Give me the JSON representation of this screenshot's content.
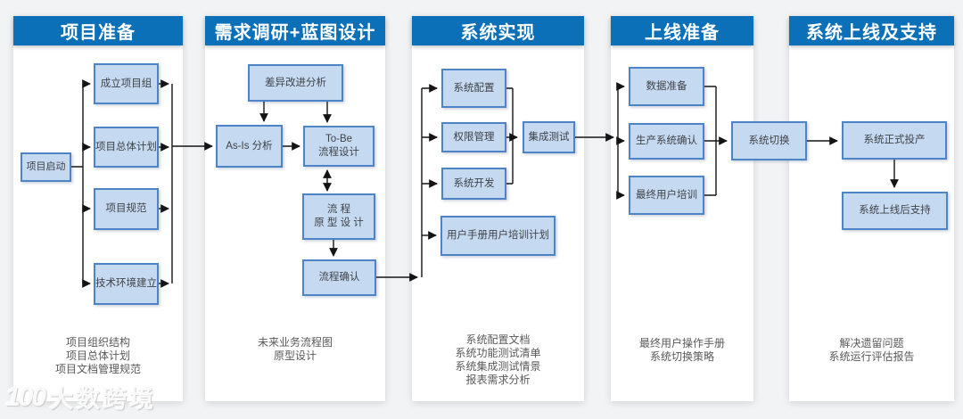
{
  "colors": {
    "header_bg": "#0c70b8",
    "header_text": "#ffffff",
    "node_fill": "#c5d9f1",
    "node_border": "#4d84c6",
    "connector": "#141414",
    "note_text": "#595959",
    "card_bg": "#ffffff",
    "page_bg": "#f2f3f5"
  },
  "columns": [
    {
      "header": "项目准备",
      "notes": [
        "项目组织结构",
        "项目总体计划",
        "项目文档管理规范"
      ]
    },
    {
      "header": "需求调研+蓝图设计",
      "notes": [
        "未来业务流程图",
        "原型设计"
      ]
    },
    {
      "header": "系统实现",
      "notes": [
        "系统配置文档",
        "系统功能测试清单",
        "系统集成测试情景",
        "报表需求分析"
      ]
    },
    {
      "header": "上线准备",
      "notes": [
        "最终用户操作手册",
        "系统切换策略"
      ]
    },
    {
      "header": "系统上线及支持",
      "notes": [
        "解决遗留问题",
        "系统运行评估报告"
      ]
    }
  ],
  "nodes": {
    "project_start": {
      "label": "项目启动"
    },
    "form_project_team": {
      "label": "成立项目组"
    },
    "overall_plan": {
      "label": "项目总体计划"
    },
    "project_standards": {
      "label": "项目规范"
    },
    "tech_env_setup": {
      "label": "技术环境建立"
    },
    "gap_improvement_analysis": {
      "label": "差异改进分析"
    },
    "as_is_analysis": {
      "label": "As-Is 分析"
    },
    "to_be_process_design": {
      "line1": "To-Be",
      "line2": "流程设计"
    },
    "process_prototype_design": {
      "line1": "流 程",
      "line2": "原 型 设 计"
    },
    "process_confirmation": {
      "label": "流程确认"
    },
    "system_config": {
      "label": "系统配置"
    },
    "authority_mgmt": {
      "label": "权限管理"
    },
    "system_dev": {
      "label": "系统开发"
    },
    "user_manual_training_plan": {
      "label": "用户手册用户培训计划"
    },
    "integration_test": {
      "label": "集成测试"
    },
    "data_preparation": {
      "label": "数据准备"
    },
    "production_system_confirm": {
      "label": "生产系统确认"
    },
    "end_user_training": {
      "label": "最终用户培训"
    },
    "system_cutover": {
      "label": "系统切换"
    },
    "system_go_live": {
      "label": "系统正式投产"
    },
    "post_go_live_support": {
      "label": "系统上线后支持"
    }
  },
  "watermark": {
    "logo": "100",
    "brand": "大数跨境"
  }
}
